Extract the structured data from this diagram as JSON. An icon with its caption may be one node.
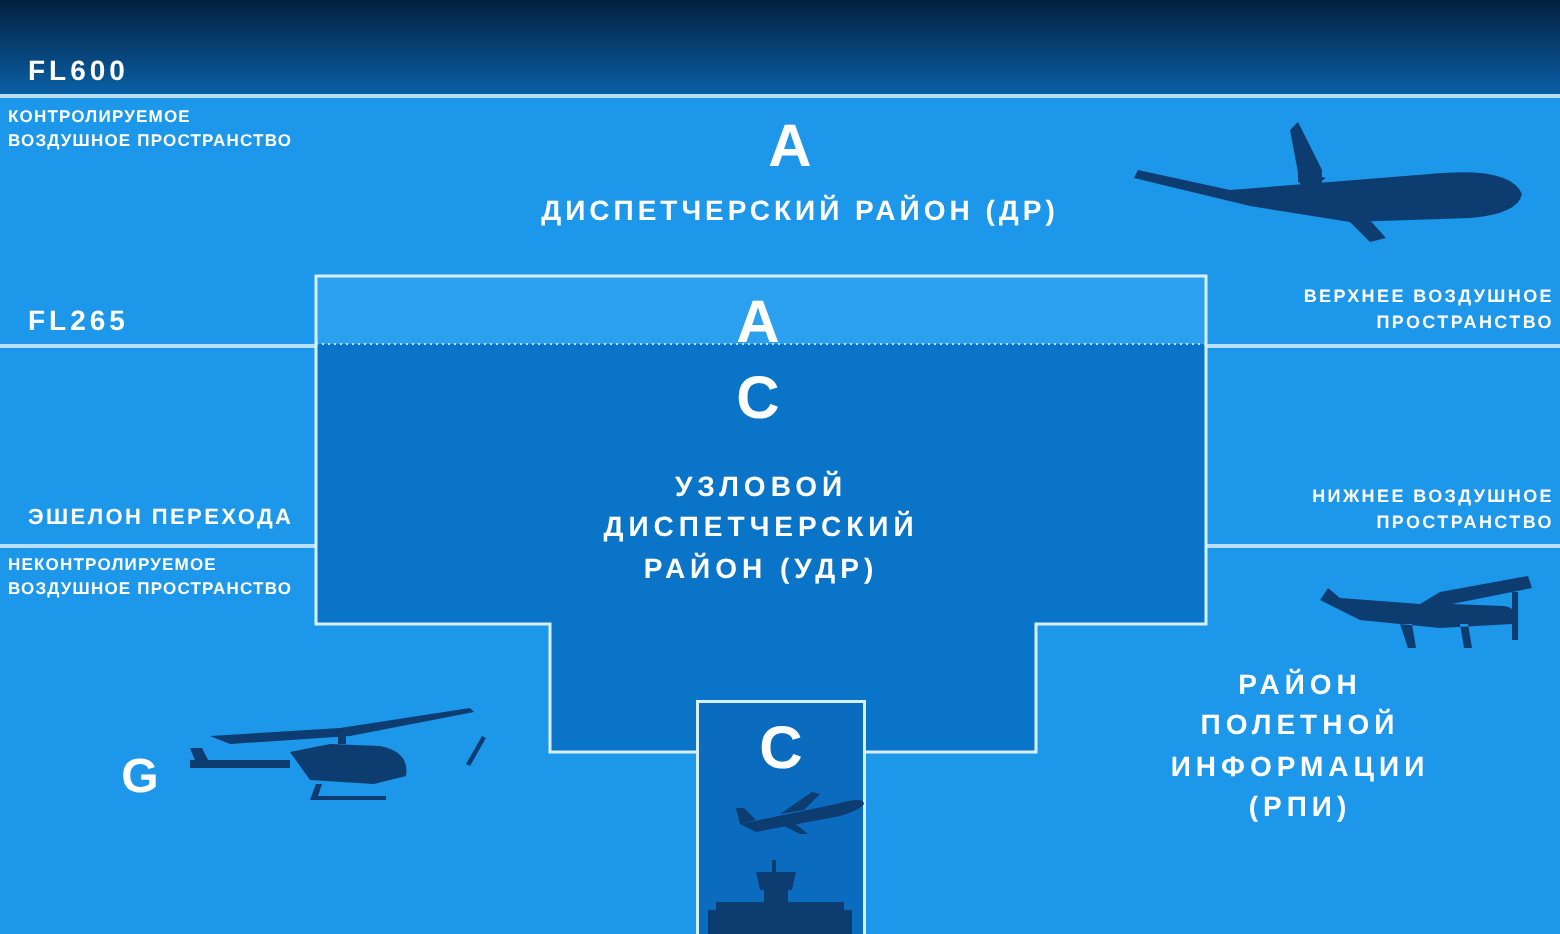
{
  "diagram": {
    "nodes": [
      {
        "text": [
          "A",
          "C",
          "УЗЛОВОЙ ДИСПЕТЧЕРСКИЙ РАЙОН (УДР)"
        ]
      },
      {
        "text": [
          "C"
        ]
      }
    ],
    "labels": [
      "FL600",
      "КОНТРОЛИРУЕМОЕ ВОЗДУШНОЕ ПРОСТРАНСТВО",
      "A",
      "ДИСПЕТЧЕРСКИЙ РАЙОН (ДР)",
      "FL265",
      "ВЕРХНЕЕ ВОЗДУШНОЕ ПРОСТРАНСТВО",
      "ЭШЕЛОН ПЕРЕХОДА",
      "НИЖНЕЕ ВОЗДУШНОЕ ПРОСТРАНСТВО",
      "НЕКОНТРОЛИРУЕМОЕ ВОЗДУШНОЕ ПРОСТРАНСТВО",
      "G",
      "РАЙОН ПОЛЕТНОЙ ИНФОРМАЦИИ (РПИ)"
    ]
  }
}
